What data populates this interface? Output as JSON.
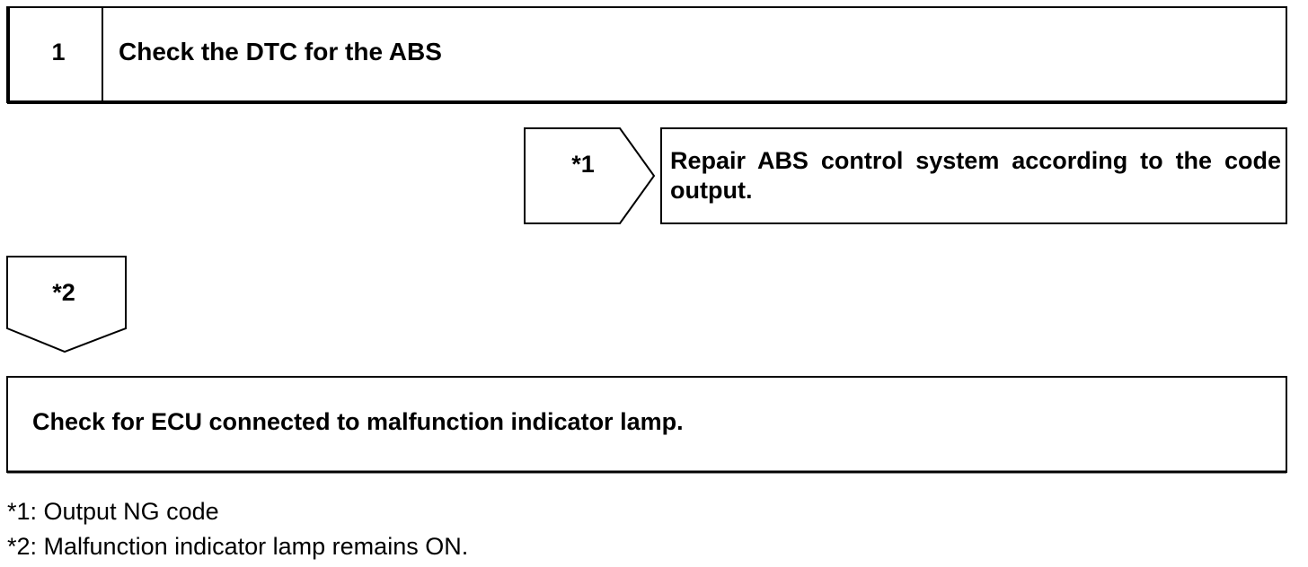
{
  "step": {
    "number": "1",
    "title": "Check the DTC for the ABS"
  },
  "branch_ng": {
    "tag": "*1",
    "action": "Repair ABS control system according to the code output."
  },
  "branch_ok": {
    "tag": "*2"
  },
  "next_step": {
    "text": "Check for ECU connected to malfunction indicator lamp."
  },
  "footnotes": {
    "note1": "*1: Output NG code",
    "note2": "*2: Malfunction indicator lamp remains ON."
  },
  "colors": {
    "line": "#000000",
    "background": "#ffffff"
  }
}
